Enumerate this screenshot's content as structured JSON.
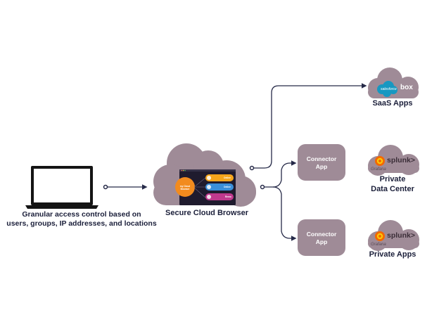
{
  "laptop": {
    "caption_line1": "Granular access control based on",
    "caption_line2": "users, groups, IP addresses, and locations"
  },
  "secure_browser": {
    "label": "Secure Cloud Browser",
    "screen_center_text": "my Cloud Browser",
    "screen_items": [
      "Online",
      "Online",
      "Remo"
    ]
  },
  "connectors": [
    {
      "line1": "Connector",
      "line2": "App"
    },
    {
      "line1": "Connector",
      "line2": "App"
    }
  ],
  "saas": {
    "label": "SaaS Apps",
    "brand_salesforce": "salesforce",
    "brand_box": "box"
  },
  "datacenter": {
    "label_line1": "Private",
    "label_line2": "Data Center",
    "brand_splunk": "splunk>",
    "brand_grafana": "Grafana"
  },
  "private_apps": {
    "label": "Private Apps",
    "brand_splunk": "splunk>",
    "brand_grafana": "Grafana"
  },
  "colors": {
    "cloud": "#9f8b97",
    "connector": "#9f8b97",
    "line": "#262a48",
    "text": "#1b1f3a",
    "salesforce": "#1798c1",
    "grafana_orange": "#f46800",
    "grafana_yellow": "#fbca0a"
  }
}
